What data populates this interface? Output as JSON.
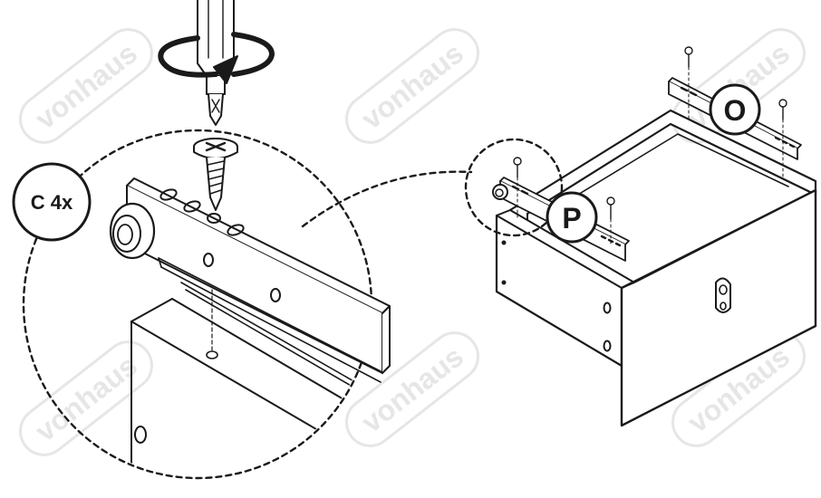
{
  "watermark": {
    "text": "vonhaus",
    "color": "#e6e6e6"
  },
  "labels": {
    "quantity": "C 4x",
    "rail_left": "P",
    "rail_right": "O"
  },
  "icons": {
    "rotate": "clockwise-rotation-arrow-icon",
    "screwdriver": "screwdriver-icon",
    "screw": "screw-icon",
    "handle": "drawer-handle-icon"
  },
  "colors": {
    "ink": "#1a1a1a",
    "watermark": "#e6e6e6",
    "background": "#ffffff"
  }
}
